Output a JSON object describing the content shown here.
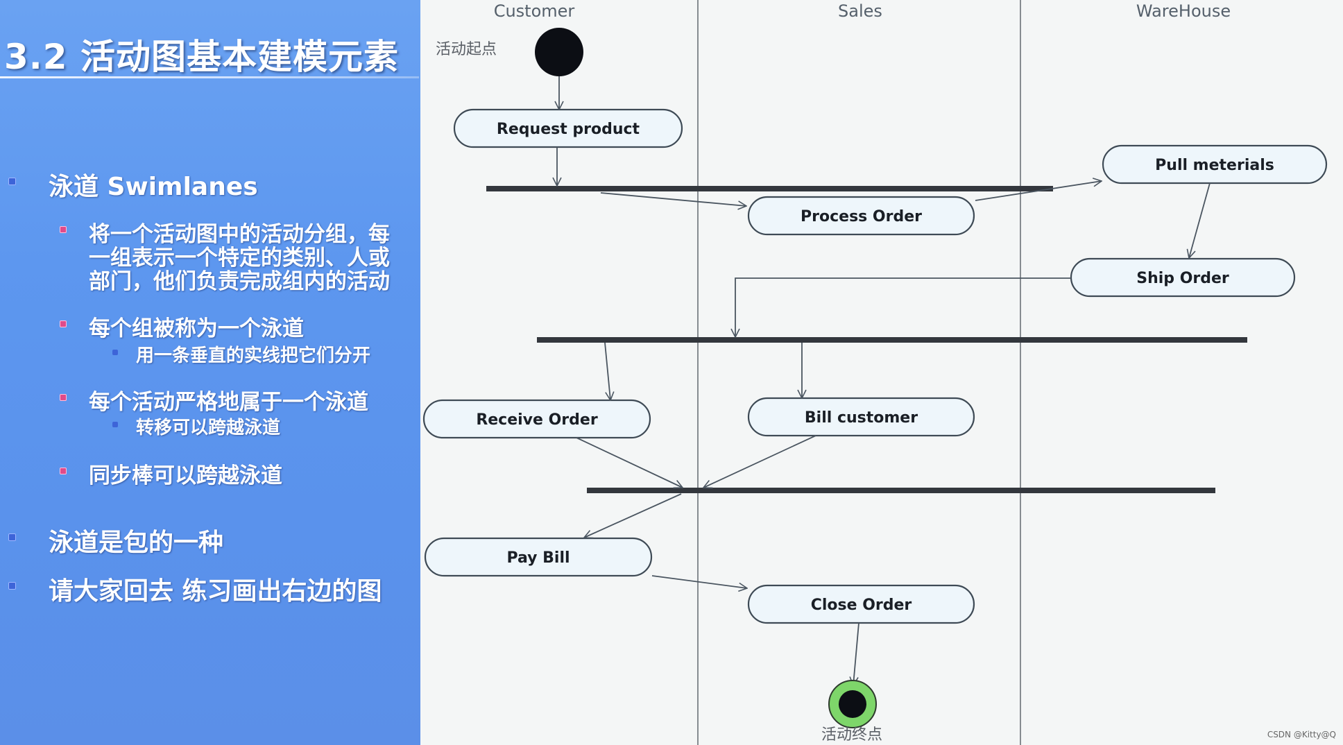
{
  "slide": {
    "title": "3.2 活动图基本建模元素",
    "bullets": [
      {
        "level": 1,
        "lines": [
          "泳道 Swimlanes"
        ]
      },
      {
        "level": 2,
        "lines": [
          "将一个活动图中的活动分组，每",
          "一组表示一个特定的类别、人或",
          "部门，他们负责完成组内的活动"
        ]
      },
      {
        "level": 2,
        "lines": [
          "每个组被称为一个泳道"
        ]
      },
      {
        "level": 3,
        "lines": [
          "用一条垂直的实线把它们分开"
        ]
      },
      {
        "level": 2,
        "lines": [
          "每个活动严格地属于一个泳道"
        ]
      },
      {
        "level": 3,
        "lines": [
          "转移可以跨越泳道"
        ]
      },
      {
        "level": 2,
        "lines": [
          "同步棒可以跨越泳道"
        ]
      },
      {
        "level": 1,
        "lines": [
          "泳道是包的一种"
        ]
      },
      {
        "level": 1,
        "lines": [
          "请大家回去 练习画出右边的图"
        ]
      }
    ]
  },
  "diagram": {
    "lanes": [
      "Customer",
      "Sales",
      "WareHouse"
    ],
    "start_label": "活动起点",
    "end_label": "活动终点",
    "activities": {
      "request": "Request product",
      "process": "Process Order",
      "pull": "Pull meterials",
      "ship": "Ship Order",
      "receive": "Receive Order",
      "bill": "Bill customer",
      "pay": "Pay Bill",
      "close": "Close Order"
    },
    "colors": {
      "node_fill": "#eef6fb",
      "node_stroke": "#3e4a55",
      "bar": "#33373d",
      "line": "#4a5560",
      "end_ring": "#7ed66a"
    }
  },
  "watermark": "CSDN @Kitty@Q"
}
